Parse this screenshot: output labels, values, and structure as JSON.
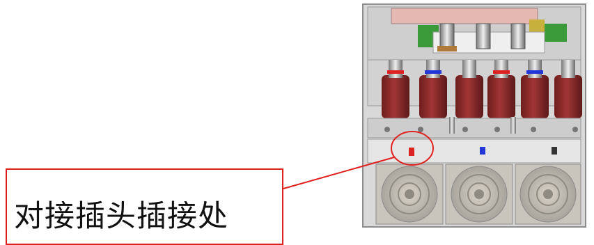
{
  "callout": {
    "label": "对接插头插接处"
  },
  "colors": {
    "highlight": "#e0201d",
    "cabinet_frame": "#9a9a9a",
    "insulator": "#8a2a2a",
    "copper_plate": "#c8c8c8",
    "pcb_green": "#3a9a3a"
  },
  "icons": {
    "fan": "axial-fan",
    "connector": "plug-connector"
  }
}
